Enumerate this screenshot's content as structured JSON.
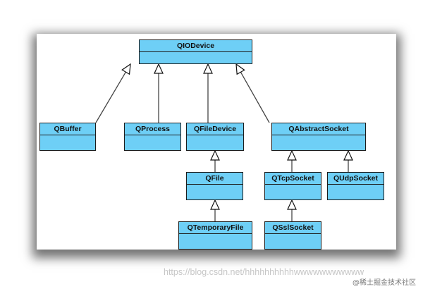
{
  "diagram": {
    "type": "uml-class-inheritance",
    "colors": {
      "class_fill": "#6ecff6",
      "class_border": "#1c1c1c",
      "edge": "#444444",
      "arrowhead_fill": "#ffffff"
    },
    "classes": {
      "qiodevice": "QIODevice",
      "qbuffer": "QBuffer",
      "qprocess": "QProcess",
      "qfiledevice": "QFileDevice",
      "qabstractsocket": "QAbstractSocket",
      "qfile": "QFile",
      "qtcpsocket": "QTcpSocket",
      "qudpsocket": "QUdpSocket",
      "qtemporaryfile": "QTemporaryFile",
      "qsslsocket": "QSslSocket"
    },
    "inheritance": [
      {
        "child": "QBuffer",
        "parent": "QIODevice"
      },
      {
        "child": "QProcess",
        "parent": "QIODevice"
      },
      {
        "child": "QFileDevice",
        "parent": "QIODevice"
      },
      {
        "child": "QAbstractSocket",
        "parent": "QIODevice"
      },
      {
        "child": "QFile",
        "parent": "QFileDevice"
      },
      {
        "child": "QTemporaryFile",
        "parent": "QFile"
      },
      {
        "child": "QTcpSocket",
        "parent": "QAbstractSocket"
      },
      {
        "child": "QUdpSocket",
        "parent": "QAbstractSocket"
      },
      {
        "child": "QSslSocket",
        "parent": "QTcpSocket"
      }
    ]
  },
  "watermark": "https://blog.csdn.net/hhhhhhhhhhwwwwwwwwwww",
  "credit": "@稀土掘金技术社区"
}
